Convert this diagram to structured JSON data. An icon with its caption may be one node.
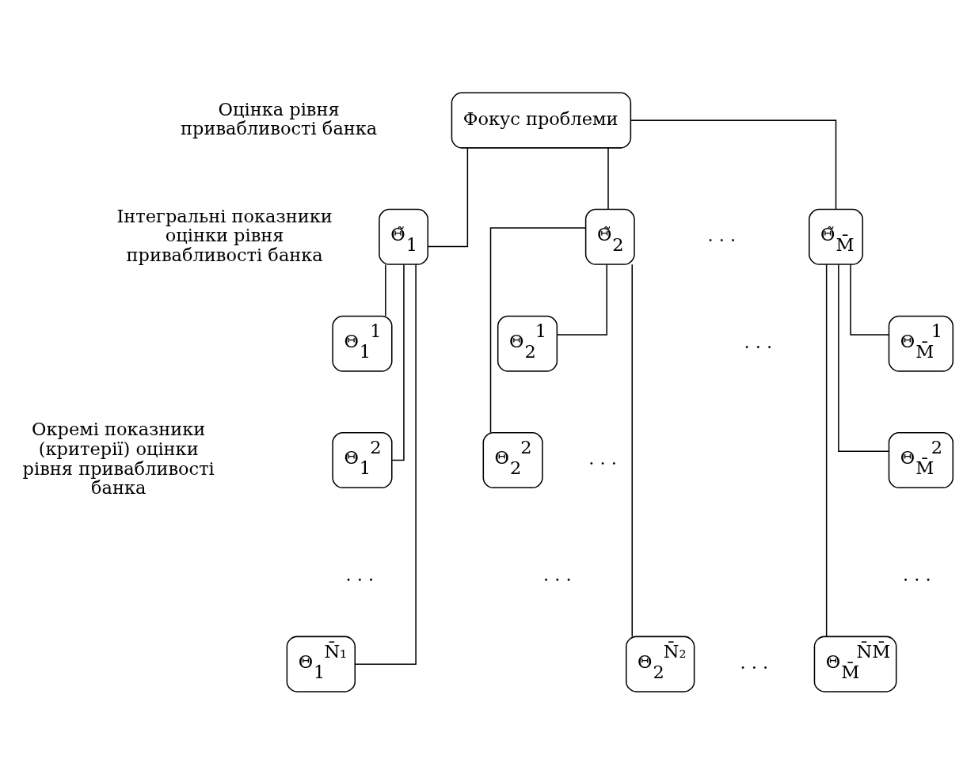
{
  "diagram": {
    "nodes": [
      {
        "text": [
          "Фокус проблеми"
        ]
      },
      {
        "text": [
          "Θ̃$_{1}$"
        ]
      },
      {
        "text": [
          "Θ̃$_{2}$"
        ]
      },
      {
        "text": [
          "Θ̃$_{M̄}$"
        ]
      },
      {
        "text": [
          "Θ$_{1}$$^{1}$"
        ]
      },
      {
        "text": [
          "Θ$_{1}$$^{2}$"
        ]
      },
      {
        "text": [
          "Θ$_{1}$$^{N̄₁}$"
        ]
      },
      {
        "text": [
          "Θ$_{2}$$^{1}$"
        ]
      },
      {
        "text": [
          "Θ$_{2}$$^{2}$"
        ]
      },
      {
        "text": [
          "Θ$_{2}$$^{N̄₂}$"
        ]
      },
      {
        "text": [
          "Θ$_{M̄}$$^{1}$"
        ]
      },
      {
        "text": [
          "Θ$_{M̄}$$^{2}$"
        ]
      },
      {
        "text": [
          "Θ$_{M̄}$$^{N̄M̄}$"
        ]
      }
    ],
    "edges": [
      {
        "from": 0,
        "to": 1,
        "arrow": "none"
      },
      {
        "from": 0,
        "to": 2,
        "arrow": "none"
      },
      {
        "from": 0,
        "to": 3,
        "arrow": "none"
      },
      {
        "from": 1,
        "to": 4,
        "arrow": "none"
      },
      {
        "from": 1,
        "to": 5,
        "arrow": "none"
      },
      {
        "from": 1,
        "to": 6,
        "arrow": "none"
      },
      {
        "from": 2,
        "to": 7,
        "arrow": "none"
      },
      {
        "from": 2,
        "to": 8,
        "arrow": "none"
      },
      {
        "from": 2,
        "to": 9,
        "arrow": "none"
      },
      {
        "from": 3,
        "to": 10,
        "arrow": "none"
      },
      {
        "from": 3,
        "to": 11,
        "arrow": "none"
      },
      {
        "from": 3,
        "to": 12,
        "arrow": "none"
      }
    ],
    "labels": [
      "Оцінка рівня привабливості банка",
      "Інтегральні показники оцінки рівня привабливості банка",
      ". . .",
      "Окремі показники (критерії) оцінки рівня привабливості банка",
      ". . .",
      ". . .",
      ". . .",
      ". . .",
      ". . .",
      ". . ."
    ]
  }
}
